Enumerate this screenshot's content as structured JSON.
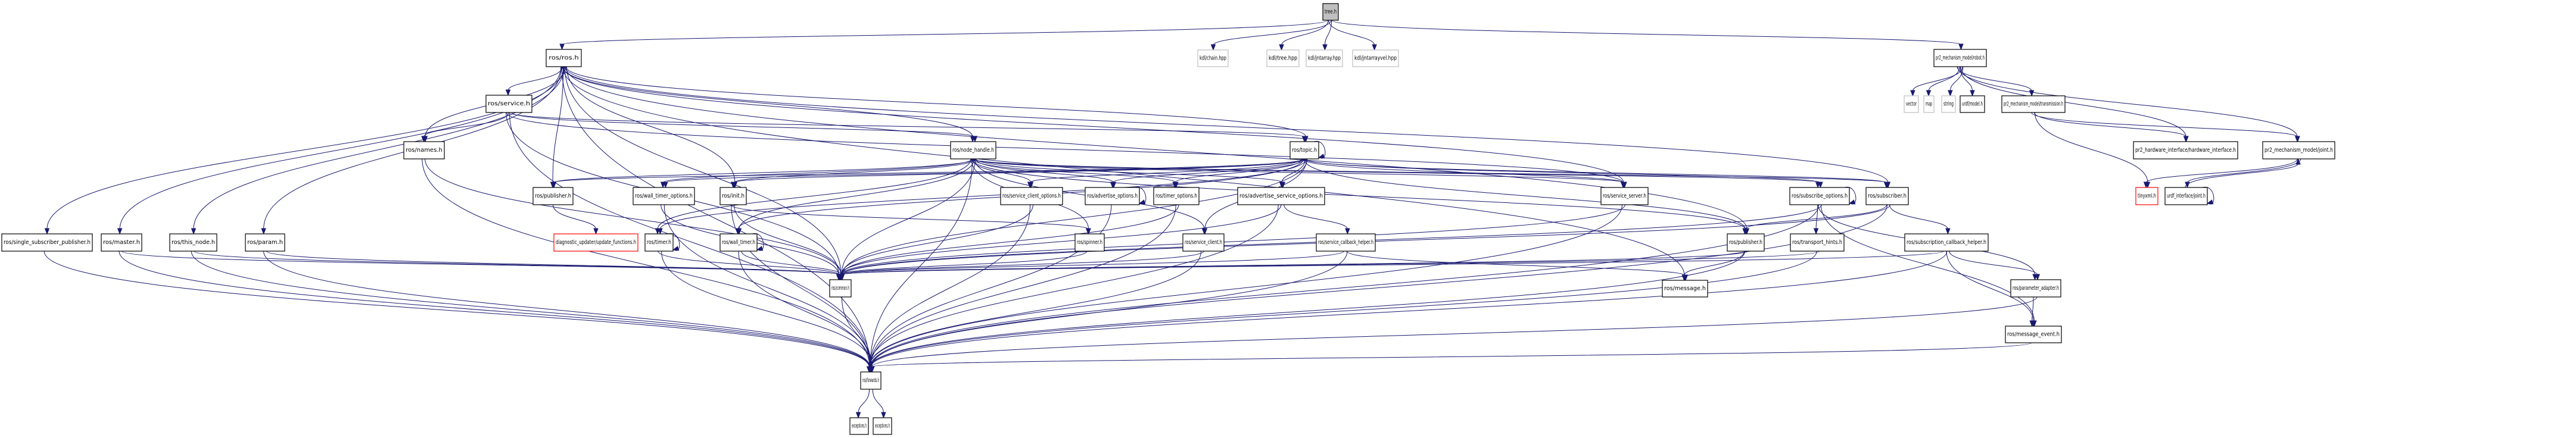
{
  "diagram": {
    "type": "include-dependency-graph",
    "root": "tree.h",
    "colors": {
      "edge": "#191970",
      "root_fill": "#bfbfbf",
      "node_border": "#000000",
      "external_border": "#bfbfbf",
      "missing_border": "#ff0000"
    },
    "nodes": [
      {
        "id": "tree",
        "label": "tree.h",
        "kind": "root"
      },
      {
        "id": "kdl_chain",
        "label": "kdl/chain.hpp",
        "kind": "ext"
      },
      {
        "id": "kdl_tree",
        "label": "kdl/tree.hpp",
        "kind": "ext"
      },
      {
        "id": "kdl_jntarray",
        "label": "kdl/jntarray.hpp",
        "kind": "ext"
      },
      {
        "id": "kdl_jntarrayvel",
        "label": "kdl/jntarrayvel.hpp",
        "kind": "ext"
      },
      {
        "id": "ros_ros",
        "label": "ros/ros.h",
        "kind": "normal"
      },
      {
        "id": "robot",
        "label": "pr2_mechanism_model/robot.h",
        "kind": "normal"
      },
      {
        "id": "vector",
        "label": "vector",
        "kind": "ext"
      },
      {
        "id": "map",
        "label": "map",
        "kind": "ext"
      },
      {
        "id": "string",
        "label": "string",
        "kind": "ext"
      },
      {
        "id": "urdf_model",
        "label": "urdf/model.h",
        "kind": "normal"
      },
      {
        "id": "transmission",
        "label": "pr2_mechanism_model/transmission.h",
        "kind": "normal"
      },
      {
        "id": "service",
        "label": "ros/service.h",
        "kind": "normal"
      },
      {
        "id": "names",
        "label": "ros/names.h",
        "kind": "normal"
      },
      {
        "id": "node_handle",
        "label": "ros/node_handle.h",
        "kind": "normal"
      },
      {
        "id": "topic",
        "label": "ros/topic.h",
        "kind": "normal"
      },
      {
        "id": "hw_iface",
        "label": "pr2_hardware_interface/hardware_interface.h",
        "kind": "normal"
      },
      {
        "id": "joint",
        "label": "pr2_mechanism_model/joint.h",
        "kind": "normal"
      },
      {
        "id": "publisher_a",
        "label": "ros/publisher.h",
        "kind": "normal"
      },
      {
        "id": "wall_timer_options",
        "label": "ros/wall_timer_options.h",
        "kind": "normal"
      },
      {
        "id": "init",
        "label": "ros/init.h",
        "kind": "normal"
      },
      {
        "id": "service_client_options",
        "label": "ros/service_client_options.h",
        "kind": "normal"
      },
      {
        "id": "advertise_options",
        "label": "ros/advertise_options.h",
        "kind": "normal"
      },
      {
        "id": "timer_options",
        "label": "ros/timer_options.h",
        "kind": "normal"
      },
      {
        "id": "advertise_service_options",
        "label": "ros/advertise_service_options.h",
        "kind": "normal"
      },
      {
        "id": "service_server",
        "label": "ros/service_server.h",
        "kind": "normal"
      },
      {
        "id": "subscribe_options",
        "label": "ros/subscribe_options.h",
        "kind": "normal"
      },
      {
        "id": "subscriber",
        "label": "ros/subscriber.h",
        "kind": "normal"
      },
      {
        "id": "tinyxml",
        "label": "tinyxml.h",
        "kind": "missing"
      },
      {
        "id": "urdf_joint",
        "label": "urdf_interface/joint.h",
        "kind": "normal"
      },
      {
        "id": "single_sub_pub",
        "label": "ros/single_subscriber_publisher.h",
        "kind": "normal"
      },
      {
        "id": "master",
        "label": "ros/master.h",
        "kind": "normal"
      },
      {
        "id": "this_node",
        "label": "ros/this_node.h",
        "kind": "normal"
      },
      {
        "id": "param",
        "label": "ros/param.h",
        "kind": "normal"
      },
      {
        "id": "diag_update",
        "label": "diagnostic_updater/update_functions.h",
        "kind": "missing"
      },
      {
        "id": "timer",
        "label": "ros/timer.h",
        "kind": "normal"
      },
      {
        "id": "wall_timer",
        "label": "ros/wall_timer.h",
        "kind": "normal"
      },
      {
        "id": "spinner",
        "label": "ros/spinner.h",
        "kind": "normal"
      },
      {
        "id": "service_client",
        "label": "ros/service_client.h",
        "kind": "normal"
      },
      {
        "id": "service_callback_helper",
        "label": "ros/service_callback_helper.h",
        "kind": "normal"
      },
      {
        "id": "publisher_b",
        "label": "ros/publisher.h",
        "kind": "normal"
      },
      {
        "id": "transport_hints",
        "label": "ros/transport_hints.h",
        "kind": "normal"
      },
      {
        "id": "sub_cb_helper",
        "label": "ros/subscription_callback_helper.h",
        "kind": "normal"
      },
      {
        "id": "common",
        "label": "ros/common.h",
        "kind": "normal"
      },
      {
        "id": "message",
        "label": "ros/message.h",
        "kind": "normal"
      },
      {
        "id": "parameter_adapter",
        "label": "ros/parameter_adapter.h",
        "kind": "normal"
      },
      {
        "id": "message_event",
        "label": "ros/message_event.h",
        "kind": "normal"
      },
      {
        "id": "forwards",
        "label": "ros/forwards.h",
        "kind": "normal"
      },
      {
        "id": "exceptions_a",
        "label": "exceptions.h",
        "kind": "normal"
      },
      {
        "id": "exceptions_b",
        "label": "exceptions.h",
        "kind": "normal"
      }
    ],
    "edges": [
      [
        "tree",
        "ros_ros"
      ],
      [
        "tree",
        "kdl_chain"
      ],
      [
        "tree",
        "kdl_tree"
      ],
      [
        "tree",
        "kdl_jntarray"
      ],
      [
        "tree",
        "kdl_jntarrayvel"
      ],
      [
        "tree",
        "robot"
      ],
      [
        "ros_ros",
        "service"
      ],
      [
        "ros_ros",
        "names"
      ],
      [
        "ros_ros",
        "node_handle"
      ],
      [
        "ros_ros",
        "topic"
      ],
      [
        "ros_ros",
        "publisher_a"
      ],
      [
        "ros_ros",
        "init"
      ],
      [
        "ros_ros",
        "single_sub_pub"
      ],
      [
        "ros_ros",
        "master"
      ],
      [
        "ros_ros",
        "this_node"
      ],
      [
        "ros_ros",
        "param"
      ],
      [
        "ros_ros",
        "common"
      ],
      [
        "ros_ros",
        "forwards"
      ],
      [
        "ros_ros",
        "subscriber"
      ],
      [
        "ros_ros",
        "service_server"
      ],
      [
        "ros_ros",
        "publisher_b"
      ],
      [
        "ros_ros",
        "message"
      ],
      [
        "robot",
        "vector"
      ],
      [
        "robot",
        "map"
      ],
      [
        "robot",
        "string"
      ],
      [
        "robot",
        "urdf_model"
      ],
      [
        "robot",
        "transmission"
      ],
      [
        "robot",
        "hw_iface"
      ],
      [
        "robot",
        "joint"
      ],
      [
        "transmission",
        "hw_iface"
      ],
      [
        "transmission",
        "joint"
      ],
      [
        "transmission",
        "tinyxml"
      ],
      [
        "joint",
        "tinyxml"
      ],
      [
        "joint",
        "urdf_joint"
      ],
      [
        "urdf_joint",
        "joint"
      ],
      [
        "urdf_joint",
        "urdf_joint"
      ],
      [
        "service",
        "names"
      ],
      [
        "service",
        "node_handle"
      ],
      [
        "service",
        "topic"
      ],
      [
        "service",
        "common"
      ],
      [
        "service",
        "forwards"
      ],
      [
        "service",
        "service_server"
      ],
      [
        "names",
        "common"
      ],
      [
        "names",
        "forwards"
      ],
      [
        "node_handle",
        "publisher_a"
      ],
      [
        "node_handle",
        "wall_timer_options"
      ],
      [
        "node_handle",
        "init"
      ],
      [
        "node_handle",
        "service_client_options"
      ],
      [
        "node_handle",
        "advertise_options"
      ],
      [
        "node_handle",
        "timer_options"
      ],
      [
        "node_handle",
        "advertise_service_options"
      ],
      [
        "node_handle",
        "service_server"
      ],
      [
        "node_handle",
        "subscribe_options"
      ],
      [
        "node_handle",
        "subscriber"
      ],
      [
        "node_handle",
        "timer"
      ],
      [
        "node_handle",
        "wall_timer"
      ],
      [
        "node_handle",
        "spinner"
      ],
      [
        "node_handle",
        "service_client"
      ],
      [
        "node_handle",
        "publisher_b"
      ],
      [
        "node_handle",
        "common"
      ],
      [
        "node_handle",
        "forwards"
      ],
      [
        "topic",
        "topic"
      ],
      [
        "topic",
        "publisher_a"
      ],
      [
        "topic",
        "wall_timer_options"
      ],
      [
        "topic",
        "init"
      ],
      [
        "topic",
        "service_client_options"
      ],
      [
        "topic",
        "advertise_options"
      ],
      [
        "topic",
        "timer_options"
      ],
      [
        "topic",
        "advertise_service_options"
      ],
      [
        "topic",
        "service_server"
      ],
      [
        "topic",
        "subscribe_options"
      ],
      [
        "topic",
        "subscriber"
      ],
      [
        "topic",
        "timer"
      ],
      [
        "topic",
        "wall_timer"
      ],
      [
        "topic",
        "service_client"
      ],
      [
        "topic",
        "publisher_b"
      ],
      [
        "topic",
        "common"
      ],
      [
        "publisher_a",
        "diag_update"
      ],
      [
        "wall_timer_options",
        "common"
      ],
      [
        "wall_timer_options",
        "forwards"
      ],
      [
        "init",
        "spinner"
      ],
      [
        "init",
        "common"
      ],
      [
        "init",
        "forwards"
      ],
      [
        "service_client_options",
        "common"
      ],
      [
        "service_client_options",
        "forwards"
      ],
      [
        "advertise_options",
        "advertise_options"
      ],
      [
        "advertise_options",
        "forwards"
      ],
      [
        "timer_options",
        "common"
      ],
      [
        "timer_options",
        "forwards"
      ],
      [
        "advertise_service_options",
        "service_callback_helper"
      ],
      [
        "advertise_service_options",
        "common"
      ],
      [
        "advertise_service_options",
        "forwards"
      ],
      [
        "service_server",
        "common"
      ],
      [
        "service_server",
        "forwards"
      ],
      [
        "subscribe_options",
        "subscribe_options"
      ],
      [
        "subscribe_options",
        "transport_hints"
      ],
      [
        "subscribe_options",
        "message_event"
      ],
      [
        "subscribe_options",
        "parameter_adapter"
      ],
      [
        "subscribe_options",
        "common"
      ],
      [
        "subscribe_options",
        "forwards"
      ],
      [
        "subscriber",
        "sub_cb_helper"
      ],
      [
        "subscriber",
        "publisher_b"
      ],
      [
        "subscriber",
        "common"
      ],
      [
        "subscriber",
        "forwards"
      ],
      [
        "single_sub_pub",
        "forwards"
      ],
      [
        "master",
        "common"
      ],
      [
        "master",
        "forwards"
      ],
      [
        "this_node",
        "common"
      ],
      [
        "this_node",
        "forwards"
      ],
      [
        "param",
        "common"
      ],
      [
        "param",
        "forwards"
      ],
      [
        "timer",
        "timer"
      ],
      [
        "timer",
        "common"
      ],
      [
        "timer",
        "forwards"
      ],
      [
        "wall_timer",
        "wall_timer"
      ],
      [
        "wall_timer",
        "common"
      ],
      [
        "wall_timer",
        "forwards"
      ],
      [
        "spinner",
        "common"
      ],
      [
        "service_client",
        "common"
      ],
      [
        "service_client",
        "forwards"
      ],
      [
        "service_callback_helper",
        "message"
      ],
      [
        "service_callback_helper",
        "common"
      ],
      [
        "service_callback_helper",
        "forwards"
      ],
      [
        "publisher_b",
        "message"
      ],
      [
        "publisher_b",
        "common"
      ],
      [
        "publisher_b",
        "forwards"
      ],
      [
        "transport_hints",
        "common"
      ],
      [
        "transport_hints",
        "forwards"
      ],
      [
        "sub_cb_helper",
        "parameter_adapter"
      ],
      [
        "sub_cb_helper",
        "message_event"
      ],
      [
        "sub_cb_helper",
        "common"
      ],
      [
        "sub_cb_helper",
        "forwards"
      ],
      [
        "parameter_adapter",
        "message_event"
      ],
      [
        "parameter_adapter",
        "forwards"
      ],
      [
        "message_event",
        "forwards"
      ],
      [
        "common",
        "forwards"
      ],
      [
        "forwards",
        "exceptions_a"
      ],
      [
        "forwards",
        "exceptions_b"
      ]
    ]
  }
}
